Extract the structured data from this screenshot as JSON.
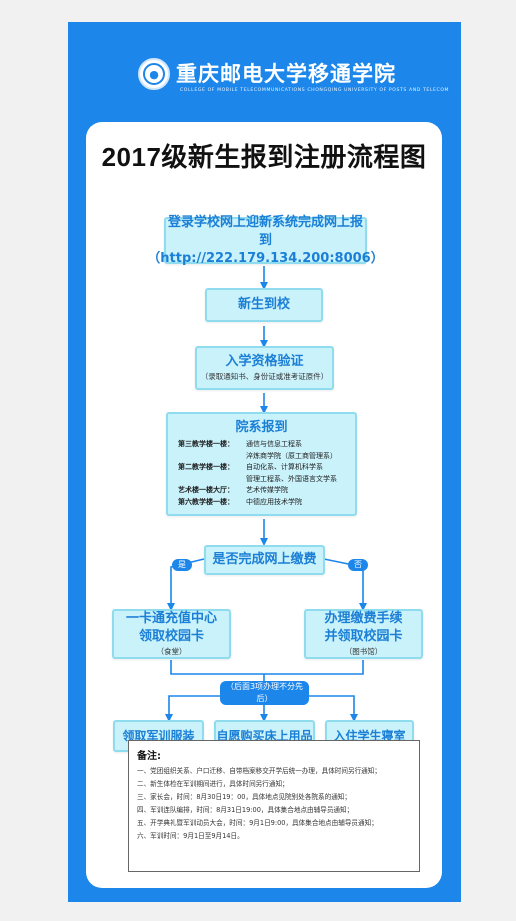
{
  "header": {
    "school_name": "重庆邮电大学移通学院",
    "school_en": "COLLEGE OF MOBILE TELECOMMUNICATIONS CHONGQING UNIVERSITY OF POSTS AND TELECOM"
  },
  "title": "2017级新生报到注册流程图",
  "steps": {
    "online_register": {
      "line1": "登录学校网上迎新系统完成网上报到",
      "line2": "（http://222.179.134.200:8006）"
    },
    "arrive": "新生到校",
    "verify": {
      "main": "入学资格验证",
      "sub": "（录取通知书、身份证或准考证原件）"
    },
    "department": {
      "main": "院系报到",
      "rows": [
        {
          "label": "第三教学楼一楼：",
          "value": "通信与信息工程系"
        },
        {
          "label": "",
          "value": "淬炼商学院（原工商管理系）"
        },
        {
          "label": "第二教学楼一楼：",
          "value": "自动化系、计算机科学系"
        },
        {
          "label": "",
          "value": "管理工程系、外国语言文学系"
        },
        {
          "label": "艺术楼一楼大厅：",
          "value": "艺术传媒学院"
        },
        {
          "label": "第六教学楼一楼：",
          "value": "中德应用技术学院"
        }
      ]
    },
    "decision": "是否完成网上缴费",
    "yes_label": "是",
    "no_label": "否",
    "card_center": {
      "line1": "一卡通充值中心",
      "line2": "领取校园卡",
      "sub": "（食堂）"
    },
    "payment": {
      "line1": "办理缴费手续",
      "line2": "并领取校园卡",
      "sub": "（图书馆）"
    },
    "order_note": "（后面3项办理不分先后）",
    "uniform": "领取军训服装",
    "bedding": "自愿购买床上用品",
    "dorm": "入住学生寝室"
  },
  "notes": {
    "title": "备注:",
    "items": [
      "一、党团组织关系、户口迁移、自带档案移交开学后统一办理，具体时间另行通知；",
      "二、新生体检在军训期间进行，具体时间另行通知；",
      "三、家长会，时间：8月30日19：00，具体地点见院别处各院系的通知；",
      "四、军训连队编排，时间：8月31日19:00，具体集合地点由辅导员通知；",
      "五、开学典礼暨军训动员大会，时间：9月1日9:00，具体集合地点由辅导员通知；",
      "六、军训时间：9月1日至9月14日。"
    ]
  },
  "colors": {
    "brand_blue": "#1c86ea",
    "box_fill": "#c9f2fb",
    "box_border": "#8fdcee",
    "box_text": "#1c7fd6"
  }
}
